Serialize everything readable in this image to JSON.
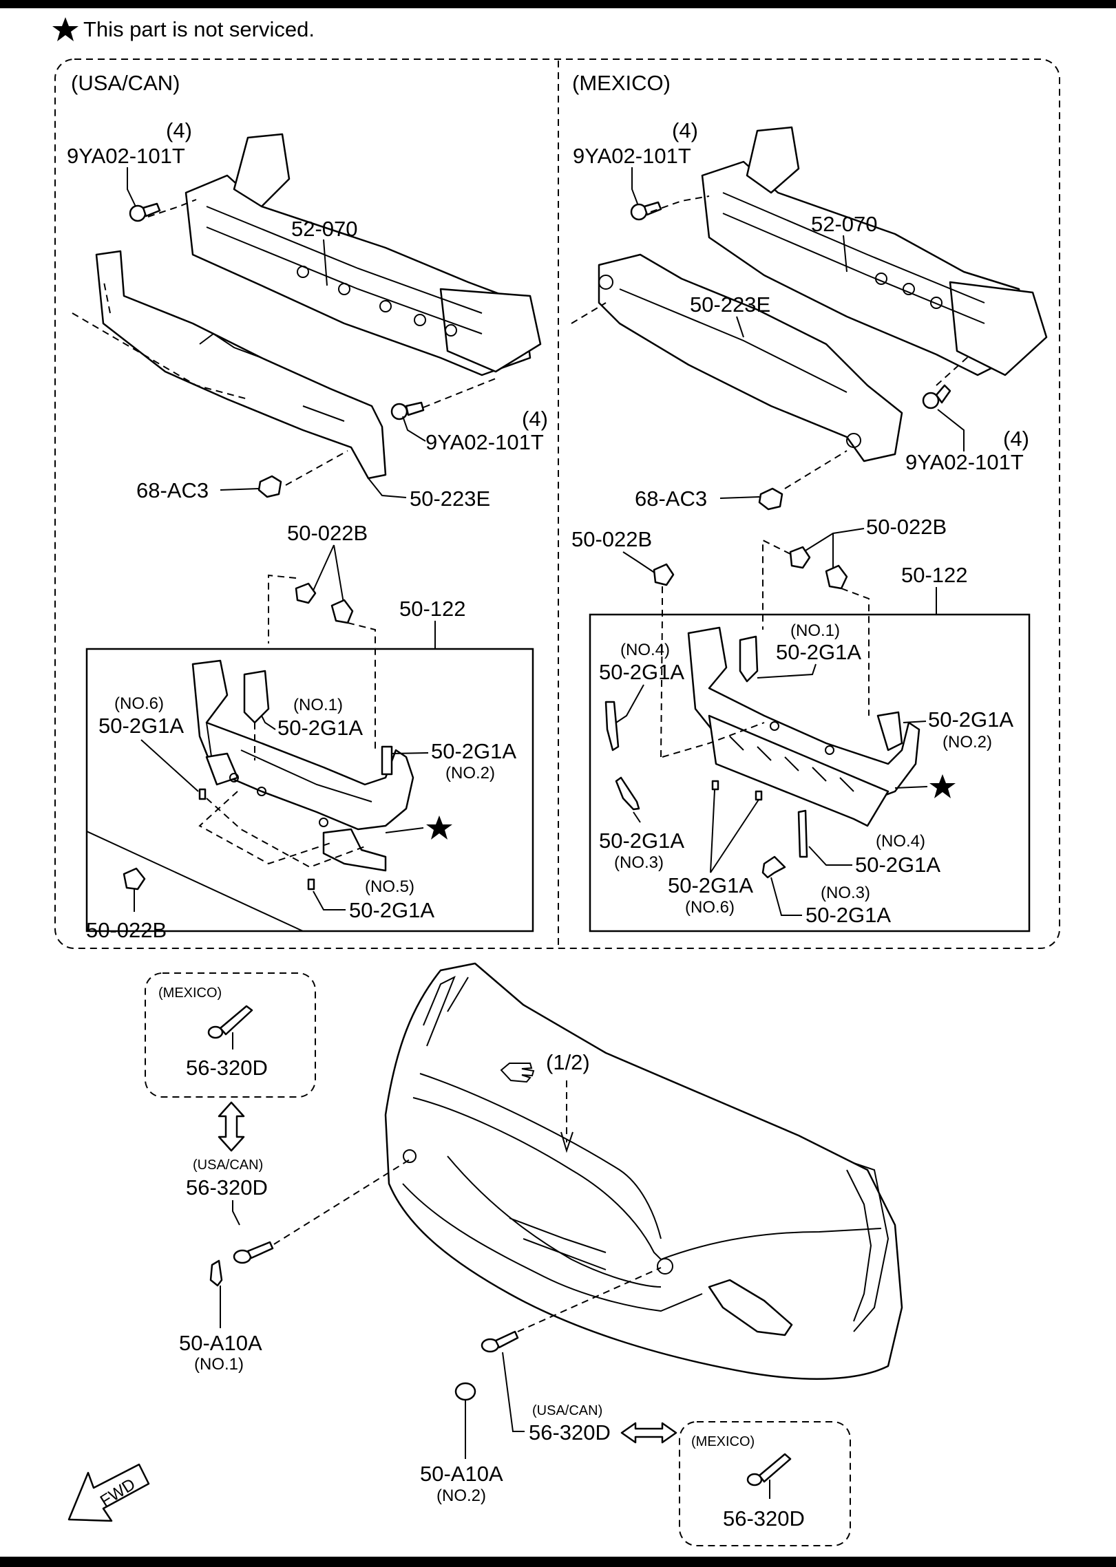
{
  "header": {
    "note": "This part is not serviced."
  },
  "panels": {
    "usa_can": "(USA/CAN)",
    "mexico": "(MEXICO)"
  },
  "usa_can": {
    "bolt_top_qty": "(4)",
    "bolt_top": "9YA02-101T",
    "reinforcement": "52-070",
    "bolt_right_qty": "(4)",
    "bolt_right": "9YA02-101T",
    "clip": "68-AC3",
    "absorber": "50-223E",
    "fastener_top": "50-022B",
    "bracket": "50-122",
    "spacer_no1_no": "(NO.1)",
    "spacer_no1": "50-2G1A",
    "spacer_no6_no": "(NO.6)",
    "spacer_no6": "50-2G1A",
    "spacer_no2": "50-2G1A",
    "spacer_no2_no": "(NO.2)",
    "spacer_no5_no": "(NO.5)",
    "spacer_no5": "50-2G1A",
    "fastener_bottom": "50-022B"
  },
  "mexico": {
    "bolt_top_qty": "(4)",
    "bolt_top": "9YA02-101T",
    "reinforcement": "52-070",
    "absorber": "50-223E",
    "bolt_right_qty": "(4)",
    "bolt_right": "9YA02-101T",
    "clip": "68-AC3",
    "fastener_left": "50-022B",
    "fastener_right": "50-022B",
    "bracket": "50-122",
    "spacer_no4a_no": "(NO.4)",
    "spacer_no4a": "50-2G1A",
    "spacer_no1_no": "(NO.1)",
    "spacer_no1": "50-2G1A",
    "spacer_no2": "50-2G1A",
    "spacer_no2_no": "(NO.2)",
    "spacer_no3a": "50-2G1A",
    "spacer_no3a_no": "(NO.3)",
    "spacer_no4b_no": "(NO.4)",
    "spacer_no4b": "50-2G1A",
    "spacer_no6": "50-2G1A",
    "spacer_no6_no": "(NO.6)",
    "spacer_no3b_no": "(NO.3)",
    "spacer_no3b": "50-2G1A"
  },
  "bumper": {
    "ref": "(1/2)",
    "mexico_tag_left": "(MEXICO)",
    "hook_mexico_left": "56-320D",
    "usa_tag_left": "(USA/CAN)",
    "hook_usa_left": "56-320D",
    "cap_left": "50-A10A",
    "cap_left_no": "(NO.1)",
    "usa_tag_right": "(USA/CAN)",
    "hook_usa_right": "56-320D",
    "mexico_tag_right": "(MEXICO)",
    "hook_mexico_right": "56-320D",
    "cap_right": "50-A10A",
    "cap_right_no": "(NO.2)",
    "fwd": "FWD"
  }
}
